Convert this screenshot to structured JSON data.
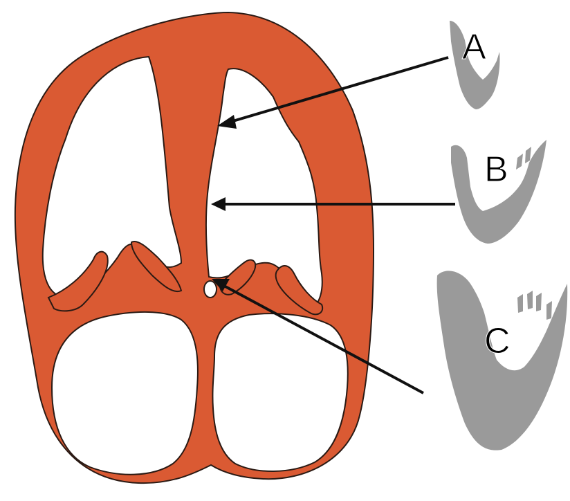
{
  "colors": {
    "myocardium": "#DA5A33",
    "outline": "#2a1a14",
    "chamber": "#ffffff",
    "echo_gray": "#9a9a9a",
    "arrow": "#111111"
  },
  "labels": {
    "a": "A",
    "b": "B",
    "c": "C"
  }
}
